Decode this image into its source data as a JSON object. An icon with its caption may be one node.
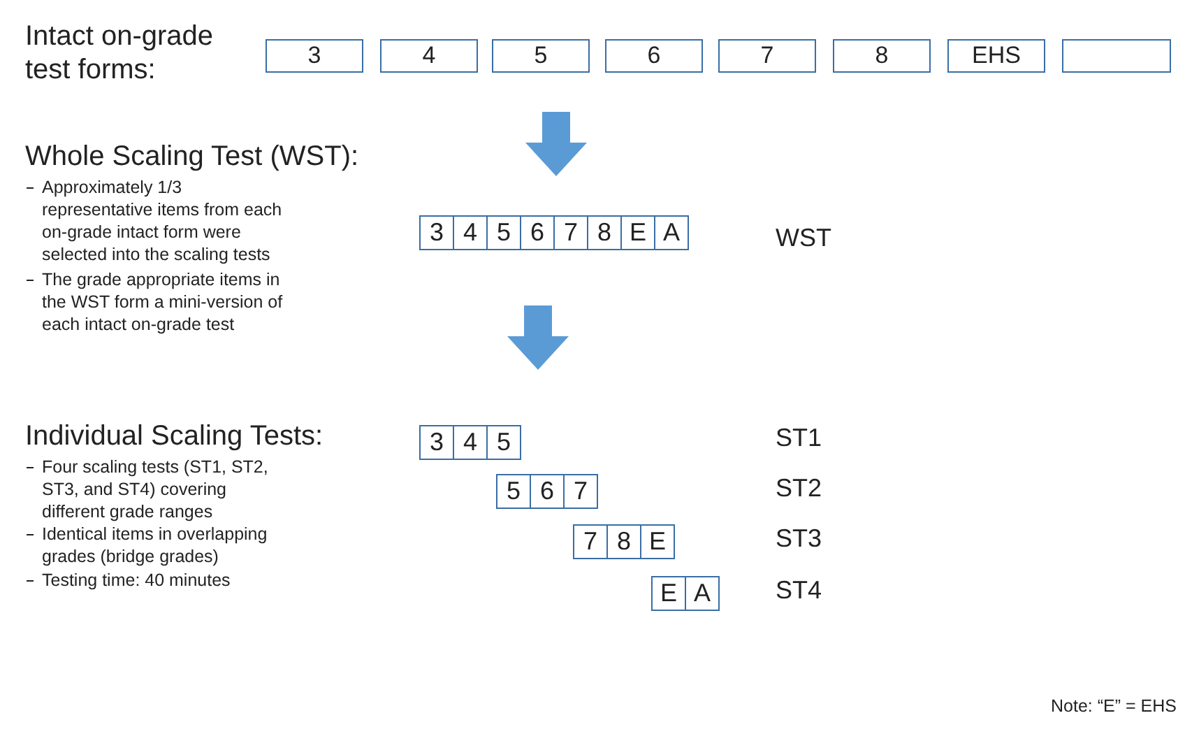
{
  "diagram": {
    "nodes": [
      {
        "text": [
          "3"
        ]
      },
      {
        "text": [
          "4"
        ]
      },
      {
        "text": [
          "5"
        ]
      },
      {
        "text": [
          "6"
        ]
      },
      {
        "text": [
          "7"
        ]
      },
      {
        "text": [
          "8"
        ]
      },
      {
        "text": [
          "EHS"
        ]
      },
      {
        "text": [],
        "shape": "box"
      },
      {
        "text": [
          "3"
        ]
      },
      {
        "text": [
          "4"
        ]
      },
      {
        "text": [
          "5"
        ]
      },
      {
        "text": [
          "6"
        ]
      },
      {
        "text": [
          "7"
        ]
      },
      {
        "text": [
          "8"
        ]
      },
      {
        "text": [
          "E"
        ]
      },
      {
        "text": [
          "A"
        ]
      },
      {
        "text": [
          "3"
        ]
      },
      {
        "text": [
          "4"
        ]
      },
      {
        "text": [
          "5"
        ]
      },
      {
        "text": [
          "5"
        ]
      },
      {
        "text": [
          "6"
        ]
      },
      {
        "text": [
          "7"
        ]
      },
      {
        "text": [
          "7"
        ]
      },
      {
        "text": [
          "8"
        ]
      },
      {
        "text": [
          "E"
        ]
      },
      {
        "text": [
          "E"
        ]
      },
      {
        "text": [
          "A"
        ]
      }
    ],
    "edges": [
      {
        "from": 2,
        "to": 12,
        "arrow": "to",
        "style": "thick",
        "color": "#5b9bd5"
      },
      {
        "from": 12,
        "to": 18,
        "arrow": "to",
        "style": "thick",
        "color": "#5b9bd5"
      }
    ],
    "labels": [
      "Intact on-grade test forms:",
      "Whole Scaling Test (WST):",
      "Approximately 1/3 representative items from each on-grade intact form were selected into the scaling tests",
      "The grade appropriate items in the WST form a mini-version of each intact on-grade test",
      "WST",
      "Individual Scaling Tests:",
      "Four scaling tests (ST1, ST2, ST3, and ST4) covering different grade ranges",
      "Identical items in overlapping grades (bridge grades)",
      "Testing time: 40 minutes",
      "ST1",
      "ST2",
      "ST3",
      "ST4",
      "Note: “E” = EHS"
    ]
  }
}
